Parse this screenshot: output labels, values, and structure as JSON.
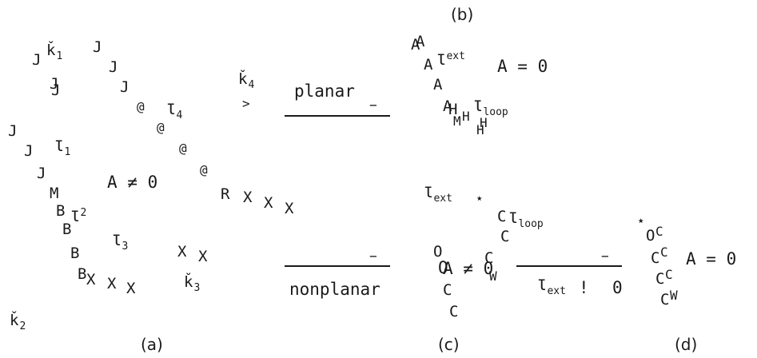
{
  "colors": {
    "ink": "#1a1a1a",
    "background": "#ffffff"
  },
  "panel_labels": {
    "a": "(a)",
    "b": "(b)",
    "c": "(c)",
    "d": "(d)"
  },
  "glyphs": {
    "J": "J",
    "B": "B",
    "X": "X",
    "A": "A",
    "C": "C",
    "O": "O",
    "at": "@",
    "H": "H",
    "M": "M",
    "W": "W",
    "R": "R",
    "star": "⋆",
    "gt": ">",
    "bang": "!"
  },
  "symbols": {
    "k": "ǩ",
    "l": "Ɩ"
  },
  "subscripts": {
    "one": "1",
    "two": "2",
    "three": "3",
    "four": "4",
    "ext": "ext",
    "loop": "loop"
  },
  "words": {
    "planar": "planar",
    "nonplanar": "nonplanar"
  },
  "equations": {
    "eq_zero": "A = 0",
    "neq_zero": "A ≠ 0",
    "zero": "0",
    "neq": "≠"
  },
  "rule_marks": {
    "minus": "−"
  }
}
